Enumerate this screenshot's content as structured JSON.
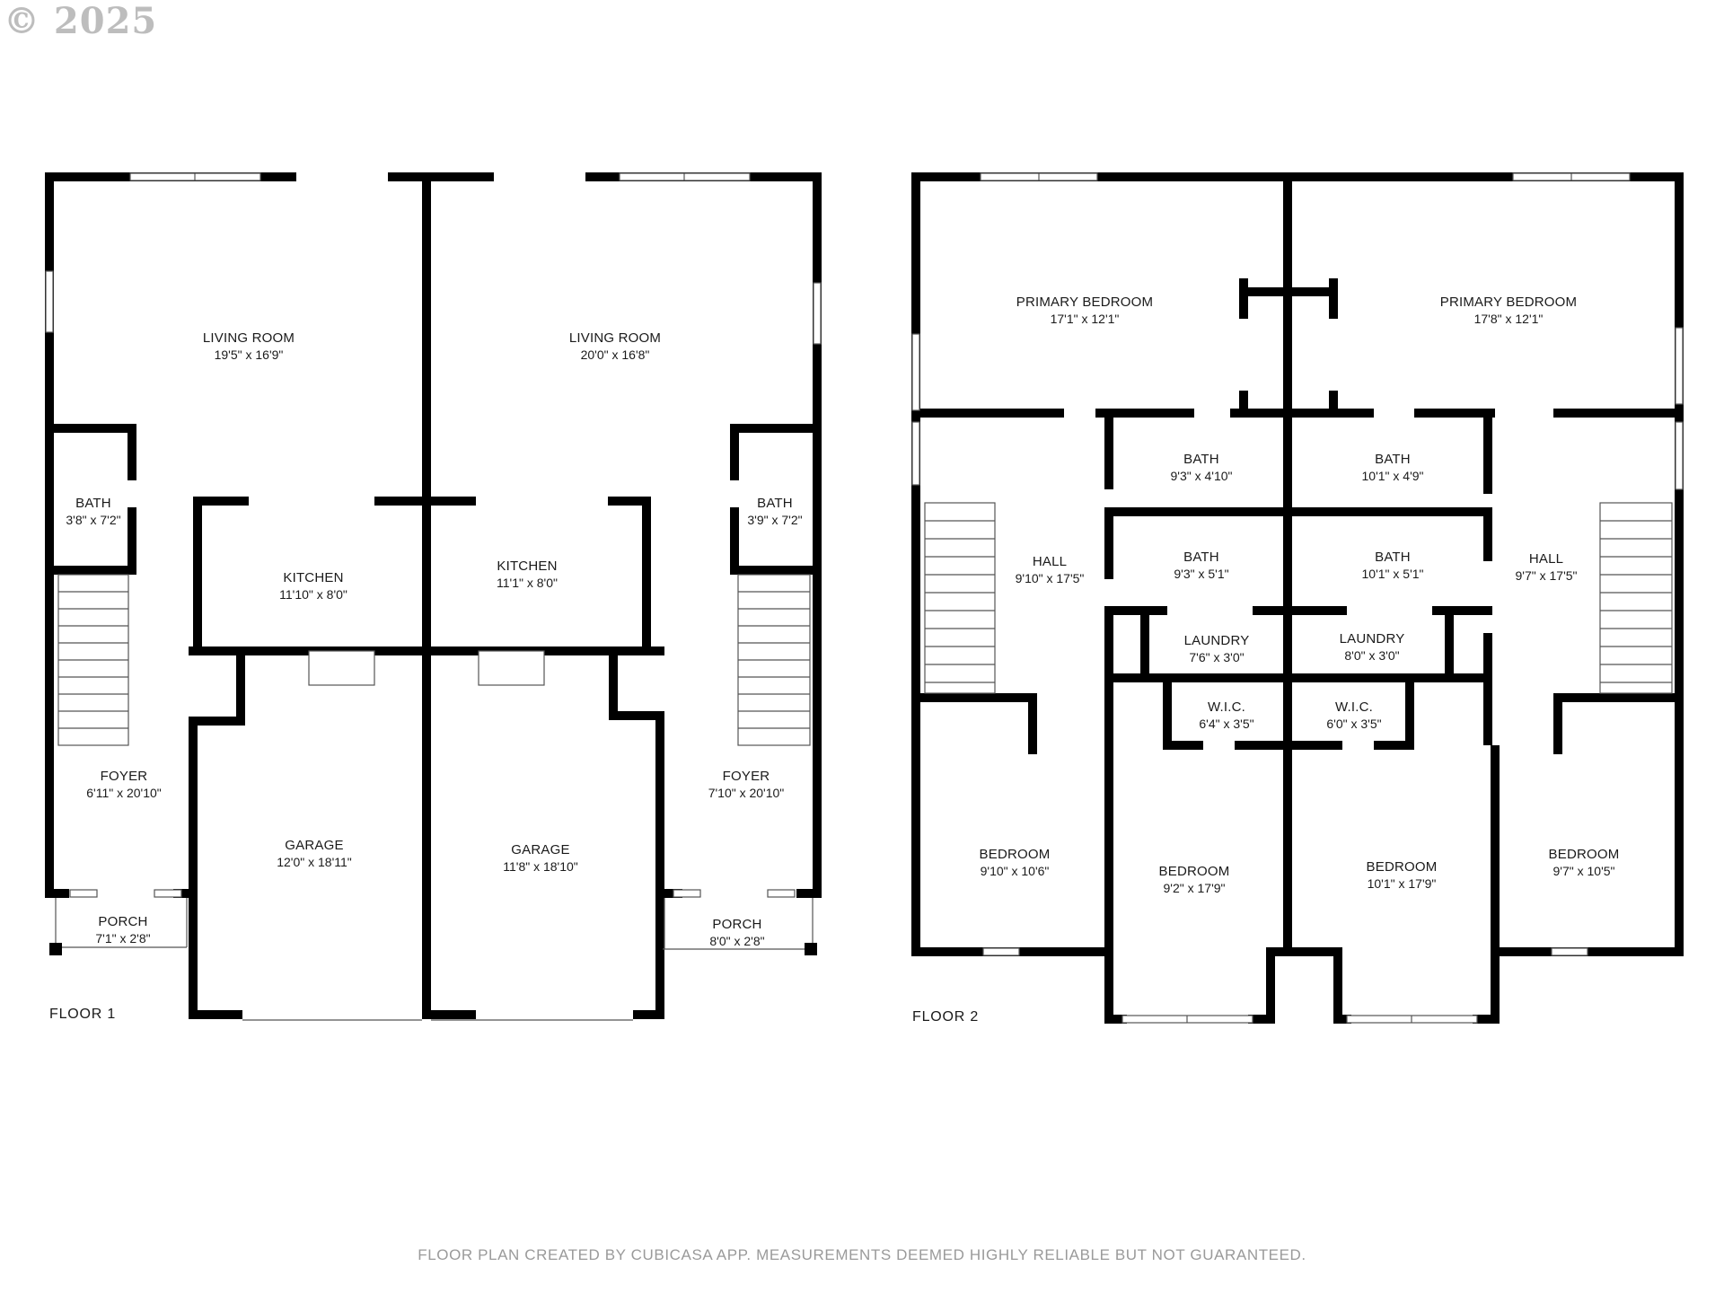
{
  "watermark": "© 2025",
  "footer": "FLOOR PLAN CREATED BY CUBICASA APP. MEASUREMENTS DEEMED HIGHLY RELIABLE BUT NOT GUARANTEED.",
  "floor1": {
    "label": "FLOOR 1",
    "rooms": [
      {
        "name": "LIVING ROOM",
        "dims": "19'5\" x 16'9\""
      },
      {
        "name": "LIVING ROOM",
        "dims": "20'0\" x 16'8\""
      },
      {
        "name": "BATH",
        "dims": "3'8\" x 7'2\""
      },
      {
        "name": "BATH",
        "dims": "3'9\" x 7'2\""
      },
      {
        "name": "KITCHEN",
        "dims": "11'10\" x 8'0\""
      },
      {
        "name": "KITCHEN",
        "dims": "11'1\" x 8'0\""
      },
      {
        "name": "FOYER",
        "dims": "6'11\" x 20'10\""
      },
      {
        "name": "FOYER",
        "dims": "7'10\" x 20'10\""
      },
      {
        "name": "GARAGE",
        "dims": "12'0\" x 18'11\""
      },
      {
        "name": "GARAGE",
        "dims": "11'8\" x 18'10\""
      },
      {
        "name": "PORCH",
        "dims": "7'1\" x 2'8\""
      },
      {
        "name": "PORCH",
        "dims": "8'0\" x 2'8\""
      }
    ]
  },
  "floor2": {
    "label": "FLOOR 2",
    "rooms": [
      {
        "name": "PRIMARY BEDROOM",
        "dims": "17'1\" x 12'1\""
      },
      {
        "name": "PRIMARY BEDROOM",
        "dims": "17'8\" x 12'1\""
      },
      {
        "name": "BATH",
        "dims": "9'3\" x 4'10\""
      },
      {
        "name": "BATH",
        "dims": "10'1\" x 4'9\""
      },
      {
        "name": "BATH",
        "dims": "9'3\" x 5'1\""
      },
      {
        "name": "BATH",
        "dims": "10'1\" x 5'1\""
      },
      {
        "name": "HALL",
        "dims": "9'10\" x 17'5\""
      },
      {
        "name": "HALL",
        "dims": "9'7\" x 17'5\""
      },
      {
        "name": "LAUNDRY",
        "dims": "7'6\" x 3'0\""
      },
      {
        "name": "LAUNDRY",
        "dims": "8'0\" x 3'0\""
      },
      {
        "name": "W.I.C.",
        "dims": "6'4\" x 3'5\""
      },
      {
        "name": "W.I.C.",
        "dims": "6'0\" x 3'5\""
      },
      {
        "name": "BEDROOM",
        "dims": "9'10\" x 10'6\""
      },
      {
        "name": "BEDROOM",
        "dims": "9'2\" x 17'9\""
      },
      {
        "name": "BEDROOM",
        "dims": "10'1\" x 17'9\""
      },
      {
        "name": "BEDROOM",
        "dims": "9'7\" x 10'5\""
      }
    ]
  }
}
